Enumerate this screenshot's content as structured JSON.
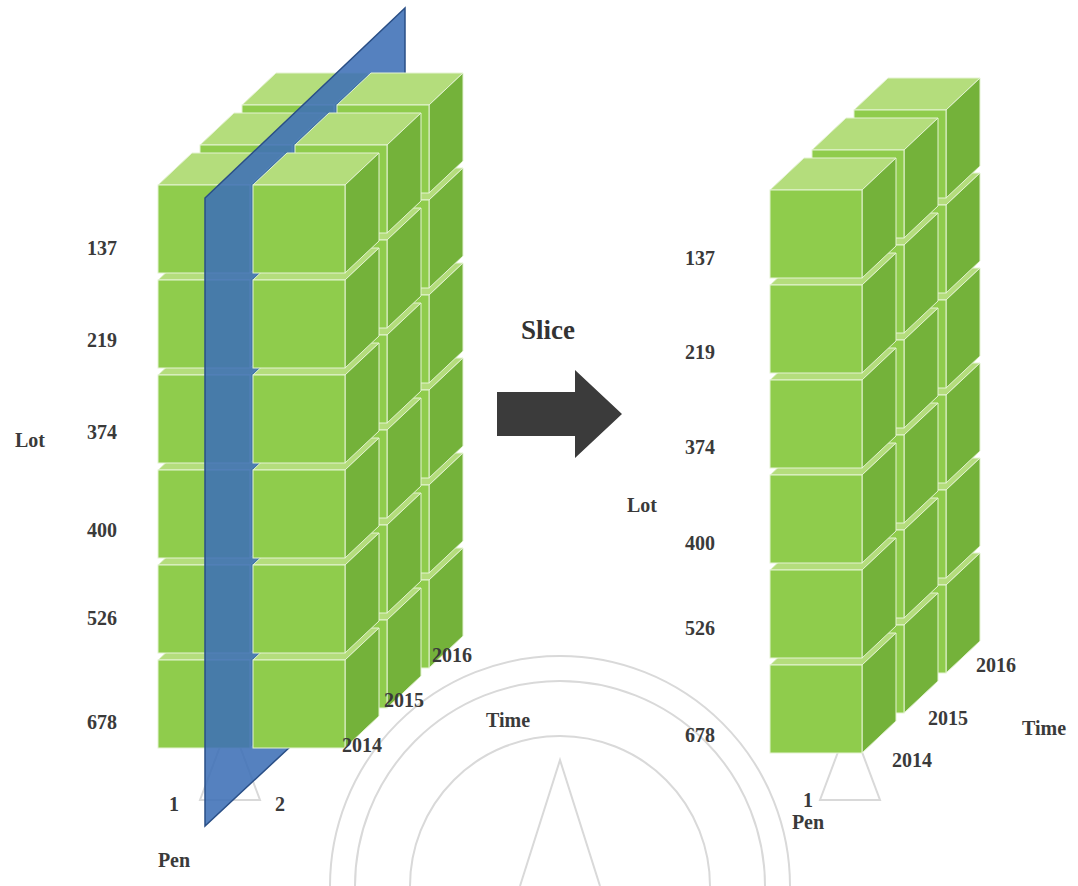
{
  "diagram": {
    "labels": [
      "137",
      "219",
      "374",
      "400",
      "526",
      "678",
      "Lot",
      "1",
      "2",
      "Pen",
      "2014",
      "2015",
      "2016",
      "Time",
      "Slice",
      "137",
      "219",
      "374",
      "400",
      "526",
      "678",
      "Lot",
      "2014",
      "2015",
      "2016",
      "Time",
      "1",
      "Pen"
    ]
  }
}
